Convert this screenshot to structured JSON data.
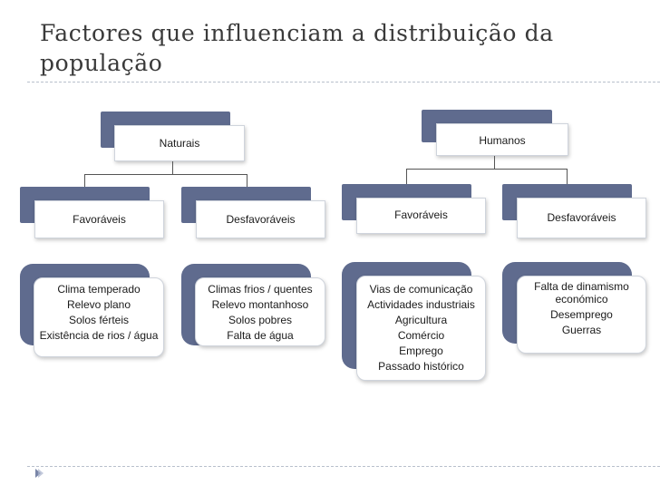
{
  "title": "Factores que influenciam a distribuição da população",
  "naturais": {
    "label": "Naturais",
    "favoraveis": {
      "label": "Favoráveis",
      "items": [
        "Clima temperado",
        "Relevo plano",
        "Solos férteis",
        "Existência de rios / água"
      ]
    },
    "desfavoraveis": {
      "label": "Desfavoráveis",
      "items": [
        "Climas frios / quentes",
        "Relevo montanhoso",
        "Solos pobres",
        "Falta de água"
      ]
    }
  },
  "humanos": {
    "label": "Humanos",
    "favoraveis": {
      "label": "Favoráveis",
      "items": [
        "Vias de comunicação",
        "Actividades industriais",
        "Agricultura",
        "Comércio",
        "Emprego",
        "Passado histórico"
      ]
    },
    "desfavoraveis": {
      "label": "Desfavoráveis",
      "items": [
        "Falta de dinamismo",
        "económico",
        "Desemprego",
        "Guerras"
      ]
    }
  },
  "colors": {
    "tab": "#5f6b8e",
    "text": "#1a1a1a",
    "title": "#3a3a3a"
  }
}
